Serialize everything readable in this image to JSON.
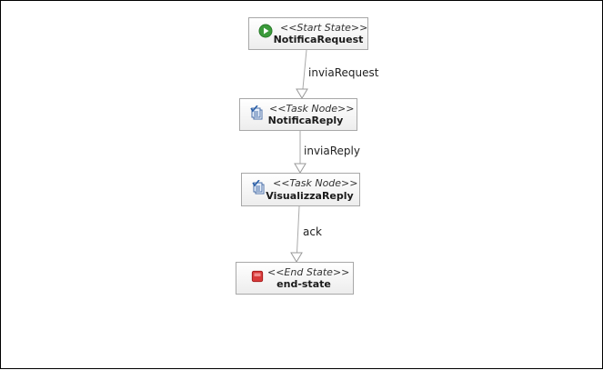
{
  "colors": {
    "node_border": "#a8a8a8",
    "edge": "#aaaaaa",
    "start_icon": "#3a9a3a",
    "end_icon": "#cc2222",
    "task_icon": "#2a5fa8"
  },
  "nodes": [
    {
      "id": "start",
      "stereotype": "<<Start State>>",
      "name": "NotificaRequest",
      "icon": "play-icon"
    },
    {
      "id": "task1",
      "stereotype": "<<Task Node>>",
      "name": "NotificaReply",
      "icon": "task-icon"
    },
    {
      "id": "task2",
      "stereotype": "<<Task Node>>",
      "name": "VisualizzaReply",
      "icon": "task-icon"
    },
    {
      "id": "end",
      "stereotype": "<<End State>>",
      "name": "end-state",
      "icon": "stop-icon"
    }
  ],
  "transitions": [
    {
      "from": "start",
      "to": "task1",
      "label": "inviaRequest"
    },
    {
      "from": "task1",
      "to": "task2",
      "label": "inviaReply"
    },
    {
      "from": "task2",
      "to": "end",
      "label": "ack"
    }
  ]
}
